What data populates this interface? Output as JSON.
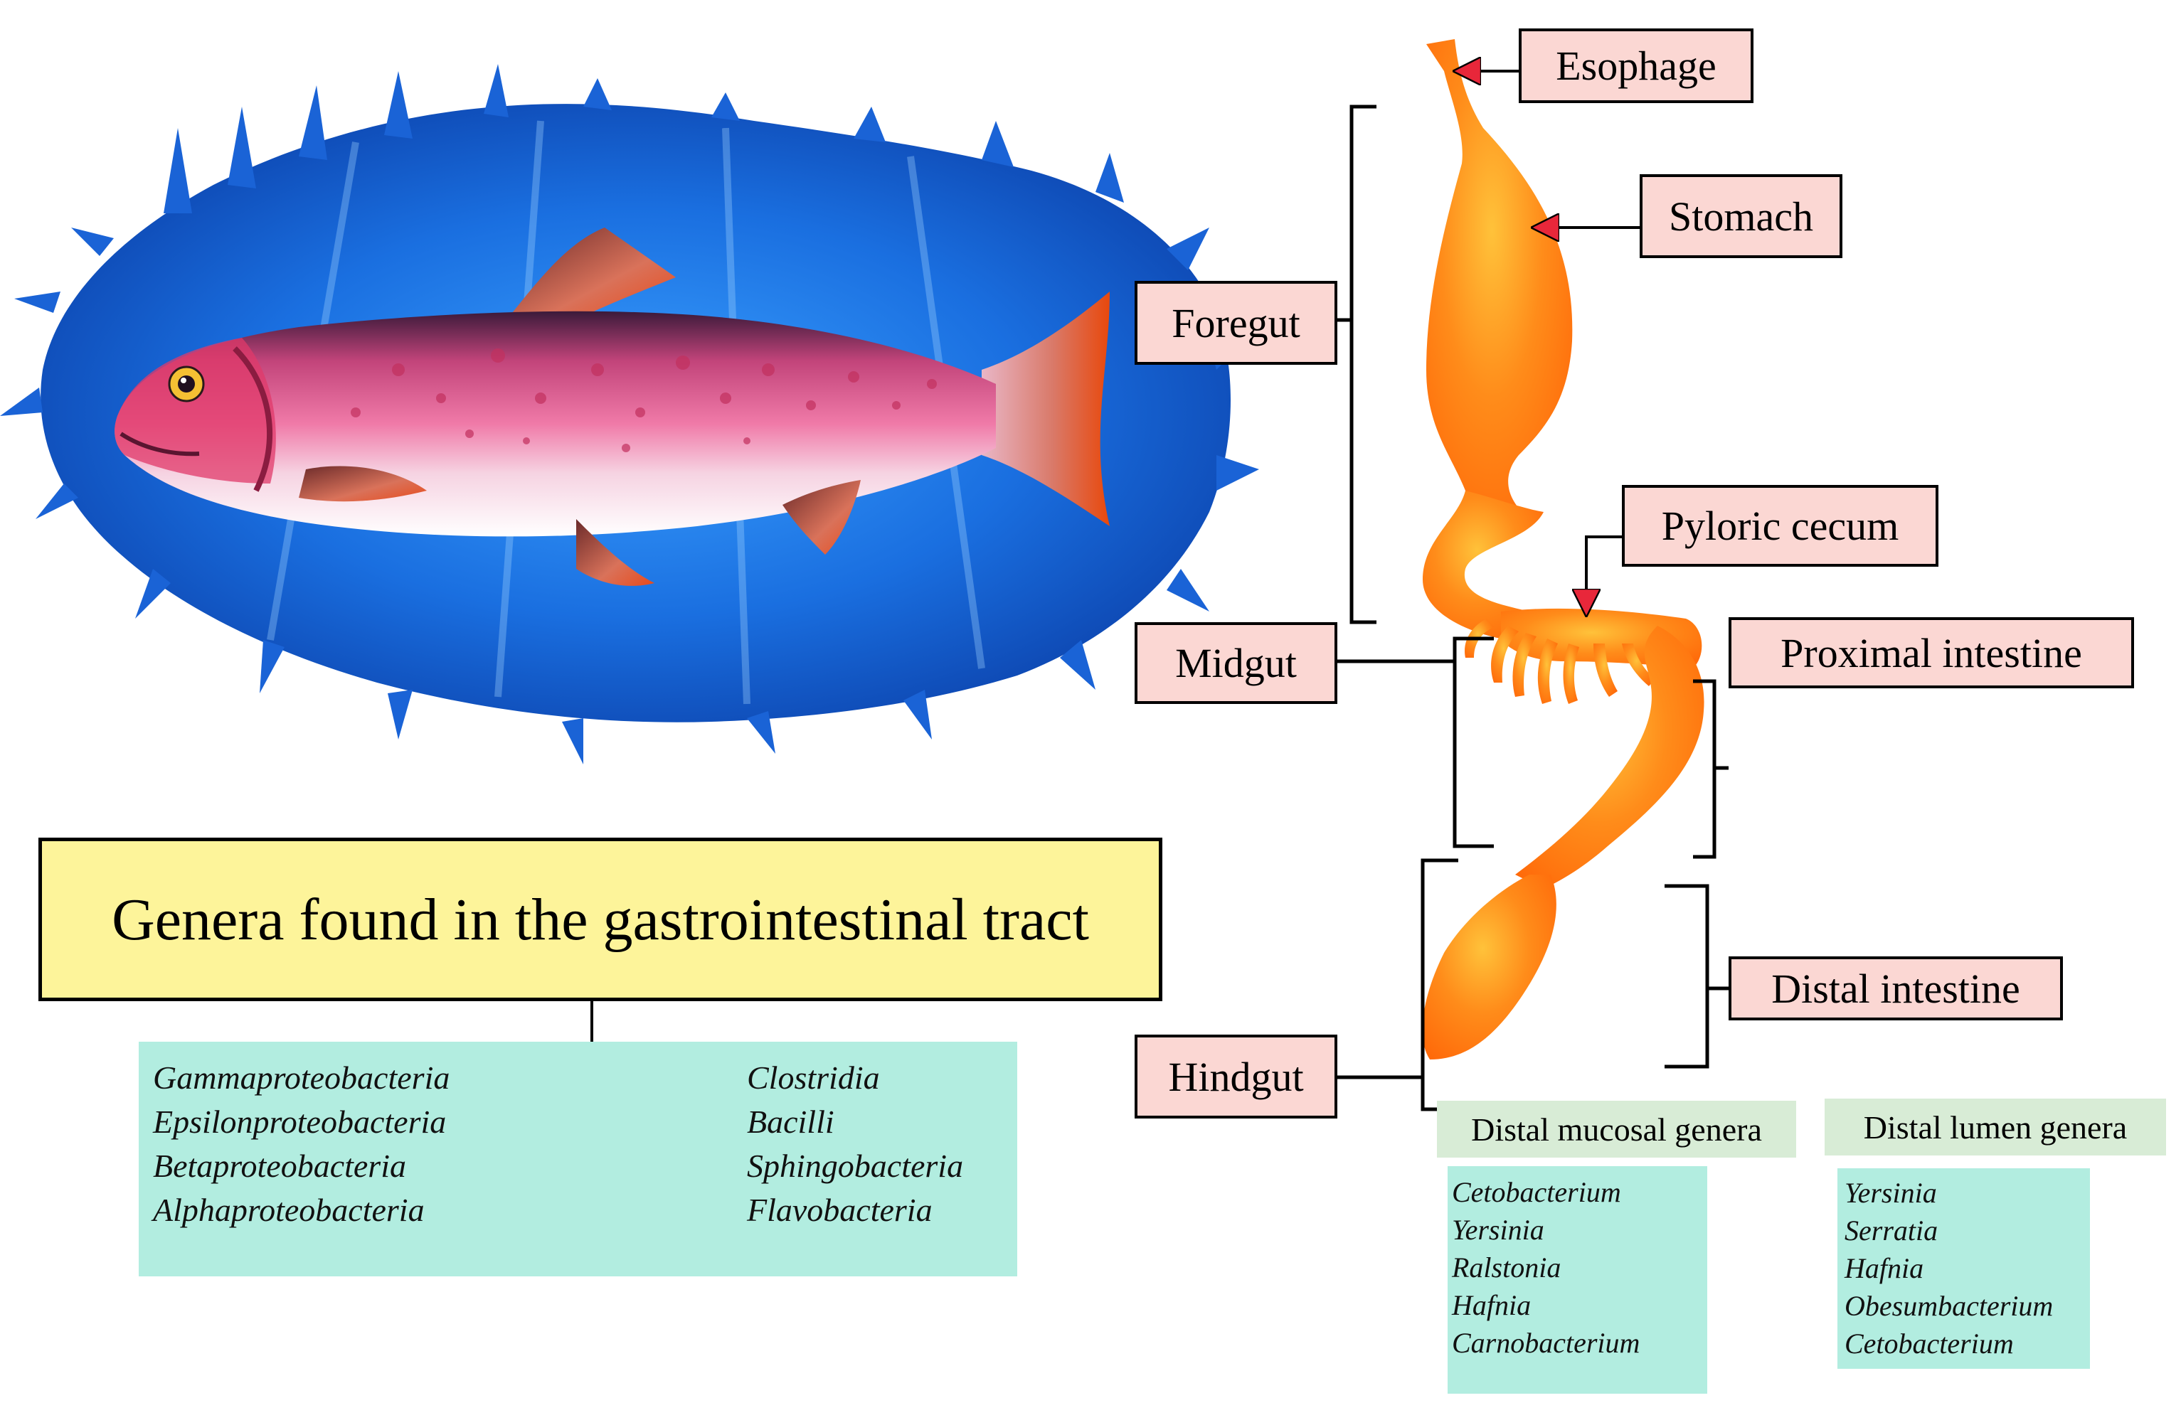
{
  "regions": {
    "foregut": "Foregut",
    "midgut": "Midgut",
    "hindgut": "Hindgut"
  },
  "organs": {
    "esophage": "Esophage",
    "stomach": "Stomach",
    "pyloric_cecum": "Pyloric cecum",
    "proximal_intestine": "Proximal intestine",
    "distal_intestine": "Distal intestine"
  },
  "title": "Genera found in the gastrointestinal tract",
  "gi_genera": {
    "left": [
      "Gammaproteobacteria",
      "Epsilonproteobacteria",
      "Betaproteobacteria",
      "Alphaproteobacteria"
    ],
    "right": [
      "Clostridia",
      "Bacilli",
      "Sphingobacteria",
      "Flavobacteria"
    ]
  },
  "distal_mucosal": {
    "header": "Distal mucosal genera",
    "items": [
      "Cetobacterium",
      "Yersinia",
      "Ralstonia",
      "Hafnia",
      "Carnobacterium"
    ]
  },
  "distal_lumen": {
    "header": "Distal lumen genera",
    "items": [
      "Yersinia",
      "Serratia",
      "Hafnia",
      "Obesumbacterium",
      "Cetobacterium"
    ]
  },
  "colors": {
    "label_fill": "#fbd7d3",
    "title_fill": "#fdf49a",
    "genera_fill": "#b2ede0",
    "subheader_fill": "#d8ecd6",
    "gut_orange": "#ff7a12",
    "arrow_head": "#e8273a",
    "water_blue": "#1565d8",
    "fish_pink": "#e0487e"
  }
}
